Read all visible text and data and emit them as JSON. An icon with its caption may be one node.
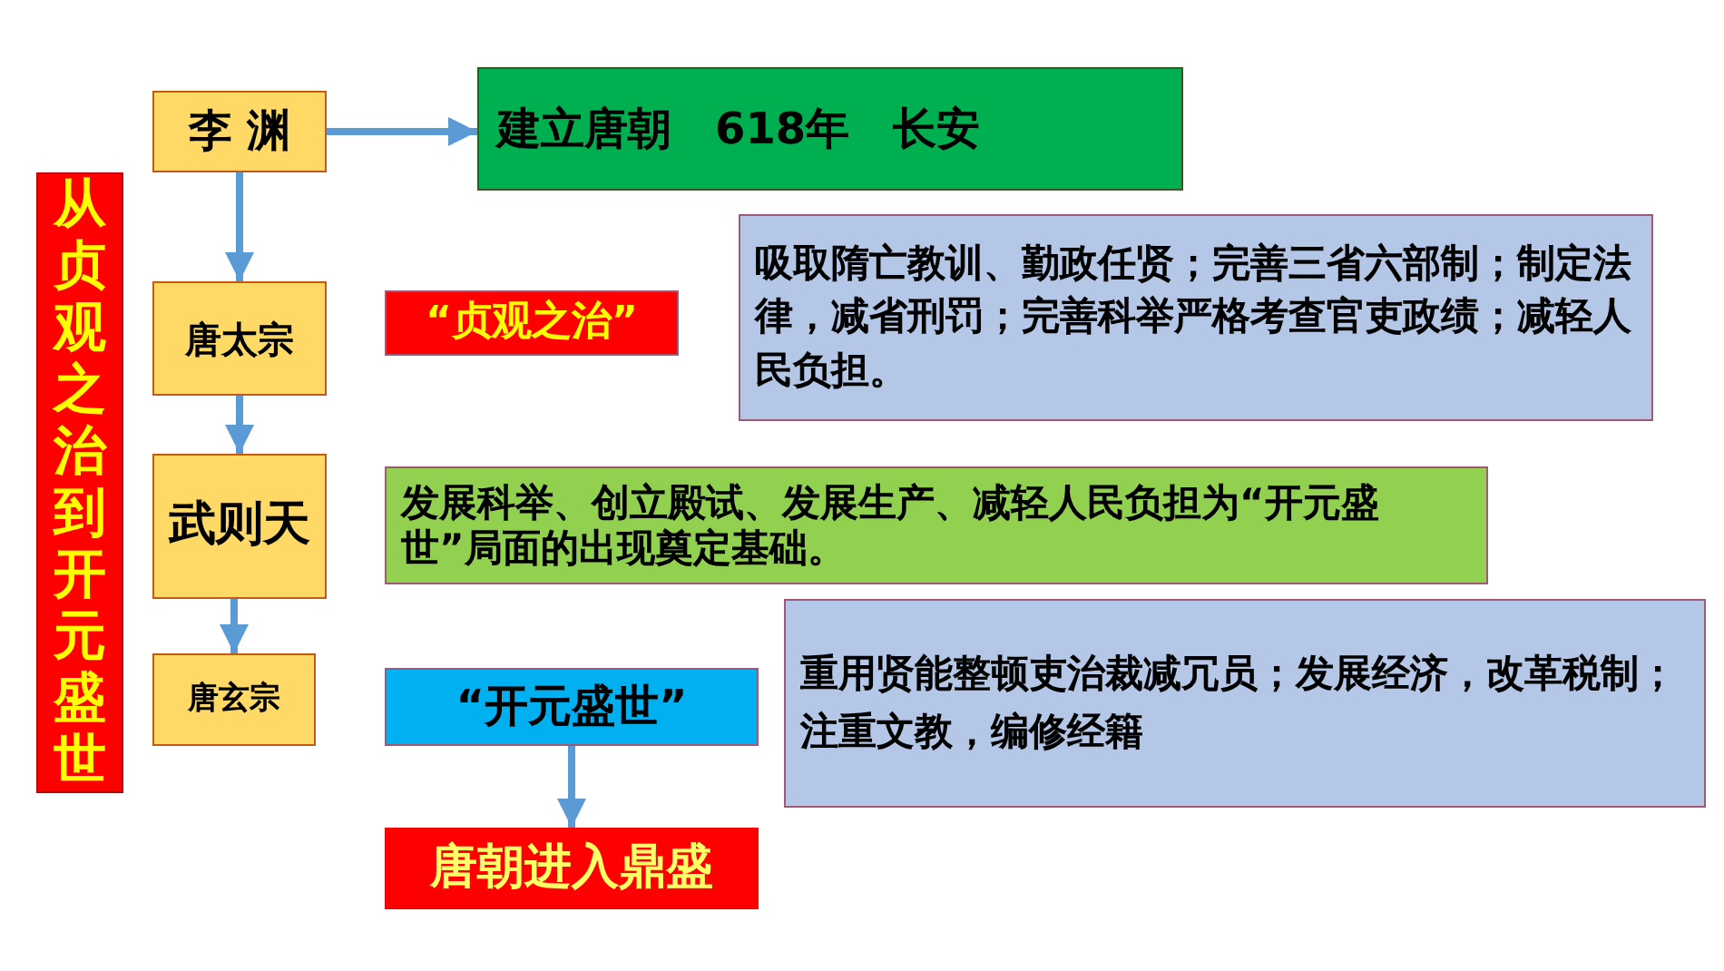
{
  "diagram": {
    "nodes": [
      {
        "text": [
          "从贞观之治到开元盛世"
        ]
      },
      {
        "text": [
          "李 渊"
        ]
      },
      {
        "text": [
          "建立唐朝　618年　长安"
        ]
      },
      {
        "text": [
          "唐太宗"
        ]
      },
      {
        "text": [
          "“贞观之治”"
        ]
      },
      {
        "text": [
          "吸取隋亡教训、勤政任贤；完善三省六部制；制定法律，减省刑罚；完善科举严格考查官吏政绩；减轻人民负担。"
        ]
      },
      {
        "text": [
          "武则天"
        ]
      },
      {
        "text": [
          "发展科举、创立殿试、发展生产、减轻人民负担为“开元盛世”局面的出现奠定基础。"
        ]
      },
      {
        "text": [
          "唐玄宗"
        ]
      },
      {
        "text": [
          "“开元盛世”"
        ]
      },
      {
        "text": [
          "唐朝进入鼎盛"
        ]
      },
      {
        "text": [
          "重用贤能整顿吏治裁减冗员；发展经济，改革税制；注重文教，编修经籍"
        ]
      }
    ],
    "edges": [
      {
        "from": 1,
        "to": 2,
        "arrow": "to"
      },
      {
        "from": 1,
        "to": 3,
        "arrow": "to"
      },
      {
        "from": 3,
        "to": 6,
        "arrow": "to"
      },
      {
        "from": 6,
        "to": 8,
        "arrow": "to"
      },
      {
        "from": 9,
        "to": 10,
        "arrow": "to"
      }
    ]
  }
}
